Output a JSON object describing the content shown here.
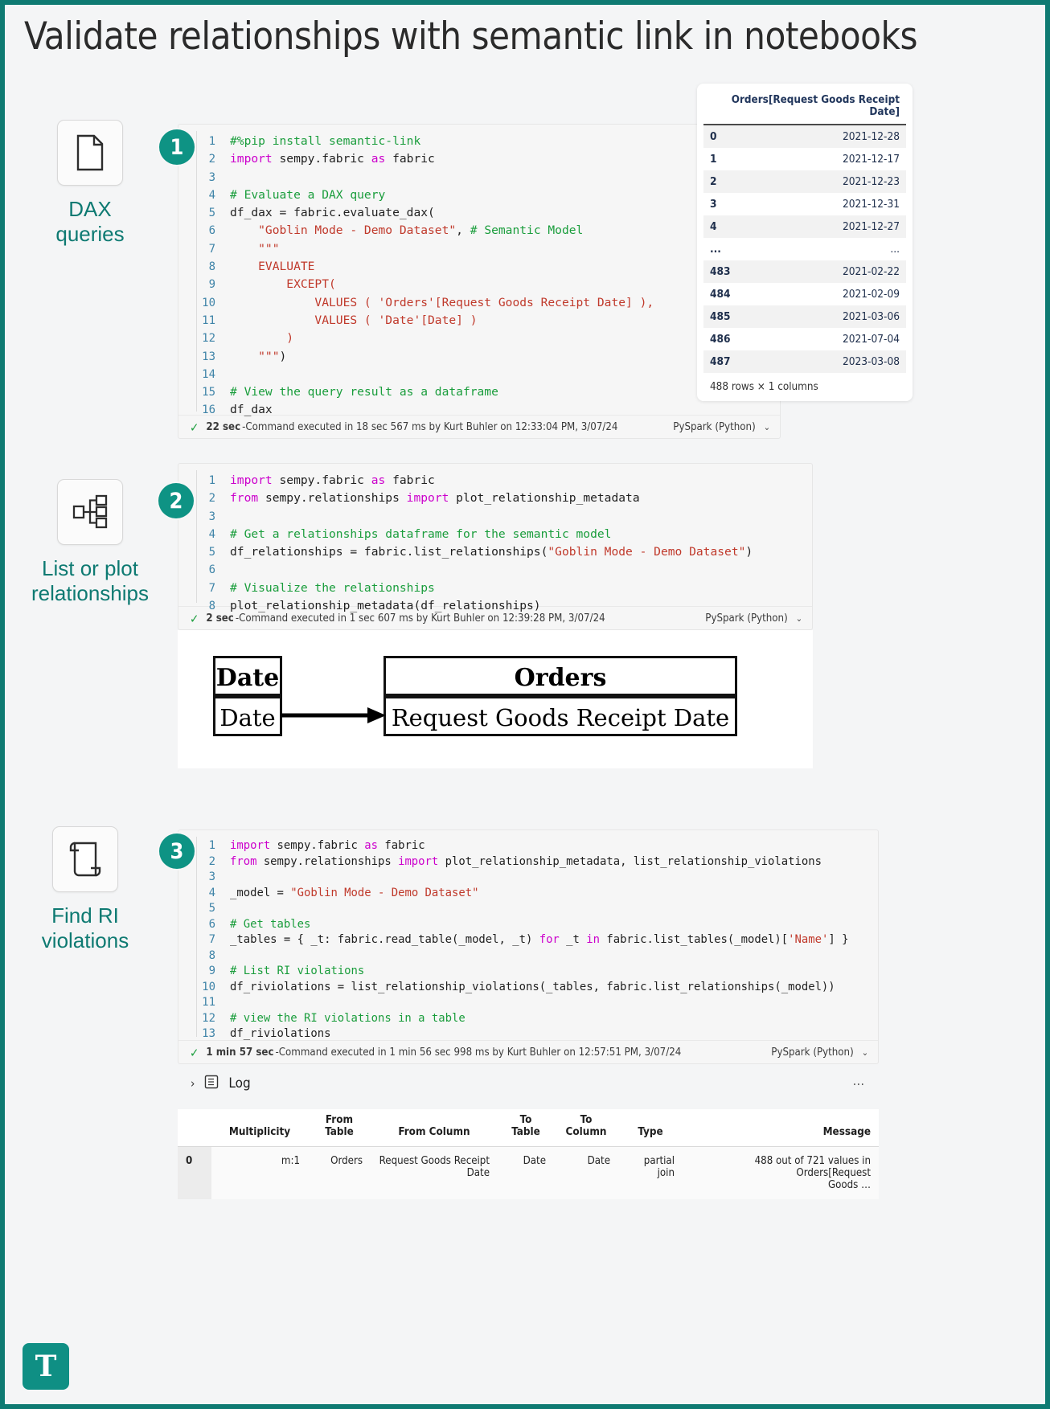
{
  "header": {
    "title": "Validate relationships with semantic link in notebooks"
  },
  "rail": [
    {
      "icon": "document-icon",
      "label": "DAX\nqueries"
    },
    {
      "icon": "relationship-graph-icon",
      "label": "List or plot\nrelationships"
    },
    {
      "icon": "scroll-icon",
      "label": "Find RI\nviolations"
    }
  ],
  "cells": [
    {
      "number": "1",
      "lines": [
        {
          "n": "1",
          "tokens": [
            {
              "t": "cmt",
              "s": "#%pip install semantic-link"
            }
          ]
        },
        {
          "n": "2",
          "tokens": [
            {
              "t": "kw",
              "s": "import"
            },
            {
              "t": "def",
              "s": " sempy.fabric "
            },
            {
              "t": "kw",
              "s": "as"
            },
            {
              "t": "def",
              "s": " fabric"
            }
          ]
        },
        {
          "n": "3",
          "tokens": []
        },
        {
          "n": "4",
          "tokens": [
            {
              "t": "cmt",
              "s": "# Evaluate a DAX query"
            }
          ]
        },
        {
          "n": "5",
          "tokens": [
            {
              "t": "def",
              "s": "df_dax = fabric.evaluate_dax("
            }
          ]
        },
        {
          "n": "6",
          "tokens": [
            {
              "t": "str",
              "s": "    \"Goblin Mode - Demo Dataset\""
            },
            {
              "t": "def",
              "s": ", "
            },
            {
              "t": "cmt",
              "s": "# Semantic Model"
            }
          ]
        },
        {
          "n": "7",
          "tokens": [
            {
              "t": "str",
              "s": "    \"\"\""
            }
          ]
        },
        {
          "n": "8",
          "tokens": [
            {
              "t": "str",
              "s": "    EVALUATE"
            }
          ]
        },
        {
          "n": "9",
          "tokens": [
            {
              "t": "str",
              "s": "        EXCEPT("
            }
          ]
        },
        {
          "n": "10",
          "tokens": [
            {
              "t": "str",
              "s": "            VALUES ( 'Orders'[Request Goods Receipt Date] ),"
            }
          ]
        },
        {
          "n": "11",
          "tokens": [
            {
              "t": "str",
              "s": "            VALUES ( 'Date'[Date] )"
            }
          ]
        },
        {
          "n": "12",
          "tokens": [
            {
              "t": "str",
              "s": "        )"
            }
          ]
        },
        {
          "n": "13",
          "tokens": [
            {
              "t": "str",
              "s": "    \"\"\""
            },
            {
              "t": "def",
              "s": ")"
            }
          ]
        },
        {
          "n": "14",
          "tokens": []
        },
        {
          "n": "15",
          "tokens": [
            {
              "t": "cmt",
              "s": "# View the query result as a dataframe"
            }
          ]
        },
        {
          "n": "16",
          "tokens": [
            {
              "t": "def",
              "s": "df_dax"
            }
          ]
        }
      ],
      "status": {
        "check": "✓",
        "duration": "22 sec",
        "message": "-Command executed in 18 sec 567 ms by Kurt Buhler on 12:33:04 PM, 3/07/24",
        "kernel": "PySpark (Python)",
        "caret": "⌄"
      }
    },
    {
      "number": "2",
      "lines": [
        {
          "n": "1",
          "tokens": [
            {
              "t": "kw",
              "s": "import"
            },
            {
              "t": "def",
              "s": " sempy.fabric "
            },
            {
              "t": "kw",
              "s": "as"
            },
            {
              "t": "def",
              "s": " fabric"
            }
          ]
        },
        {
          "n": "2",
          "tokens": [
            {
              "t": "kw",
              "s": "from"
            },
            {
              "t": "def",
              "s": " sempy.relationships "
            },
            {
              "t": "kw",
              "s": "import"
            },
            {
              "t": "def",
              "s": " plot_relationship_metadata"
            }
          ]
        },
        {
          "n": "3",
          "tokens": []
        },
        {
          "n": "4",
          "tokens": [
            {
              "t": "cmt",
              "s": "# Get a relationships dataframe for the semantic model"
            }
          ]
        },
        {
          "n": "5",
          "tokens": [
            {
              "t": "def",
              "s": "df_relationships = fabric.list_relationships("
            },
            {
              "t": "str",
              "s": "\"Goblin Mode - Demo Dataset\""
            },
            {
              "t": "def",
              "s": ")"
            }
          ]
        },
        {
          "n": "6",
          "tokens": []
        },
        {
          "n": "7",
          "tokens": [
            {
              "t": "cmt",
              "s": "# Visualize the relationships"
            }
          ]
        },
        {
          "n": "8",
          "tokens": [
            {
              "t": "def",
              "s": "plot_relationship_metadata(df_relationships)"
            }
          ]
        }
      ],
      "status": {
        "check": "✓",
        "duration": "2 sec",
        "message": "-Command executed in 1 sec 607 ms by Kurt Buhler on 12:39:28 PM, 3/07/24",
        "kernel": "PySpark (Python)",
        "caret": "⌄"
      }
    },
    {
      "number": "3",
      "lines": [
        {
          "n": "1",
          "tokens": [
            {
              "t": "kw",
              "s": "import"
            },
            {
              "t": "def",
              "s": " sempy.fabric "
            },
            {
              "t": "kw",
              "s": "as"
            },
            {
              "t": "def",
              "s": " fabric"
            }
          ]
        },
        {
          "n": "2",
          "tokens": [
            {
              "t": "kw",
              "s": "from"
            },
            {
              "t": "def",
              "s": " sempy.relationships "
            },
            {
              "t": "kw",
              "s": "import"
            },
            {
              "t": "def",
              "s": " plot_relationship_metadata, list_relationship_violations"
            }
          ]
        },
        {
          "n": "3",
          "tokens": []
        },
        {
          "n": "4",
          "tokens": [
            {
              "t": "def",
              "s": "_model = "
            },
            {
              "t": "str",
              "s": "\"Goblin Mode - Demo Dataset\""
            }
          ]
        },
        {
          "n": "5",
          "tokens": []
        },
        {
          "n": "6",
          "tokens": [
            {
              "t": "cmt",
              "s": "# Get tables"
            }
          ]
        },
        {
          "n": "7",
          "tokens": [
            {
              "t": "def",
              "s": "_tables = { _t: fabric.read_table(_model, _t) "
            },
            {
              "t": "kw",
              "s": "for"
            },
            {
              "t": "def",
              "s": " _t "
            },
            {
              "t": "kw",
              "s": "in"
            },
            {
              "t": "def",
              "s": " fabric.list_tables(_model)["
            },
            {
              "t": "str",
              "s": "'Name'"
            },
            {
              "t": "def",
              "s": "] }"
            }
          ]
        },
        {
          "n": "8",
          "tokens": []
        },
        {
          "n": "9",
          "tokens": [
            {
              "t": "cmt",
              "s": "# List RI violations"
            }
          ]
        },
        {
          "n": "10",
          "tokens": [
            {
              "t": "def",
              "s": "df_riviolations = list_relationship_violations(_tables, fabric.list_relationships(_model))"
            }
          ]
        },
        {
          "n": "11",
          "tokens": []
        },
        {
          "n": "12",
          "tokens": [
            {
              "t": "cmt",
              "s": "# view the RI violations in a table"
            }
          ]
        },
        {
          "n": "13",
          "tokens": [
            {
              "t": "def",
              "s": "df_riviolations"
            }
          ]
        }
      ],
      "status": {
        "check": "✓",
        "duration": "1 min 57 sec",
        "message": "-Command executed in 1 min 56 sec 998 ms by Kurt Buhler on 12:57:51 PM, 3/07/24",
        "kernel": "PySpark (Python)",
        "caret": "⌄"
      }
    }
  ],
  "dataframe": {
    "column_header": "Orders[Request Goods Receipt Date]",
    "rows": [
      {
        "index": "0",
        "value": "2021-12-28"
      },
      {
        "index": "1",
        "value": "2021-12-17"
      },
      {
        "index": "2",
        "value": "2021-12-23"
      },
      {
        "index": "3",
        "value": "2021-12-31"
      },
      {
        "index": "4",
        "value": "2021-12-27"
      },
      {
        "index": "...",
        "value": "..."
      },
      {
        "index": "483",
        "value": "2021-02-22"
      },
      {
        "index": "484",
        "value": "2021-02-09"
      },
      {
        "index": "485",
        "value": "2021-03-06"
      },
      {
        "index": "486",
        "value": "2021-07-04"
      },
      {
        "index": "487",
        "value": "2023-03-08"
      }
    ],
    "footer": "488 rows × 1 columns"
  },
  "erd": {
    "left_table": "Date",
    "left_column": "Date",
    "right_table": "Orders",
    "right_column": "Request Goods Receipt Date"
  },
  "log": {
    "label": "Log",
    "chevron": "›",
    "more": "⋯",
    "icon": "log-list-icon"
  },
  "violations": {
    "headers": [
      "Multiplicity",
      "From\nTable",
      "From Column",
      "To\nTable",
      "To\nColumn",
      "Type",
      "Message"
    ],
    "rows": [
      {
        "index": "0",
        "multiplicity": "m:1",
        "from_table": "Orders",
        "from_column": "Request Goods Receipt\nDate",
        "to_table": "Date",
        "to_column": "Date",
        "type": "partial\njoin",
        "message": "488 out of 721 values in Orders[Request\nGoods …"
      }
    ]
  },
  "colors": {
    "accent": "#0e7a72",
    "badge": "#0e9384",
    "comment": "#1a9d3c",
    "string": "#c0392b",
    "keyword": "#cc00cc",
    "linenum": "#3f84a8"
  },
  "logo": {
    "letter": "T",
    "name": "brand-logo"
  }
}
